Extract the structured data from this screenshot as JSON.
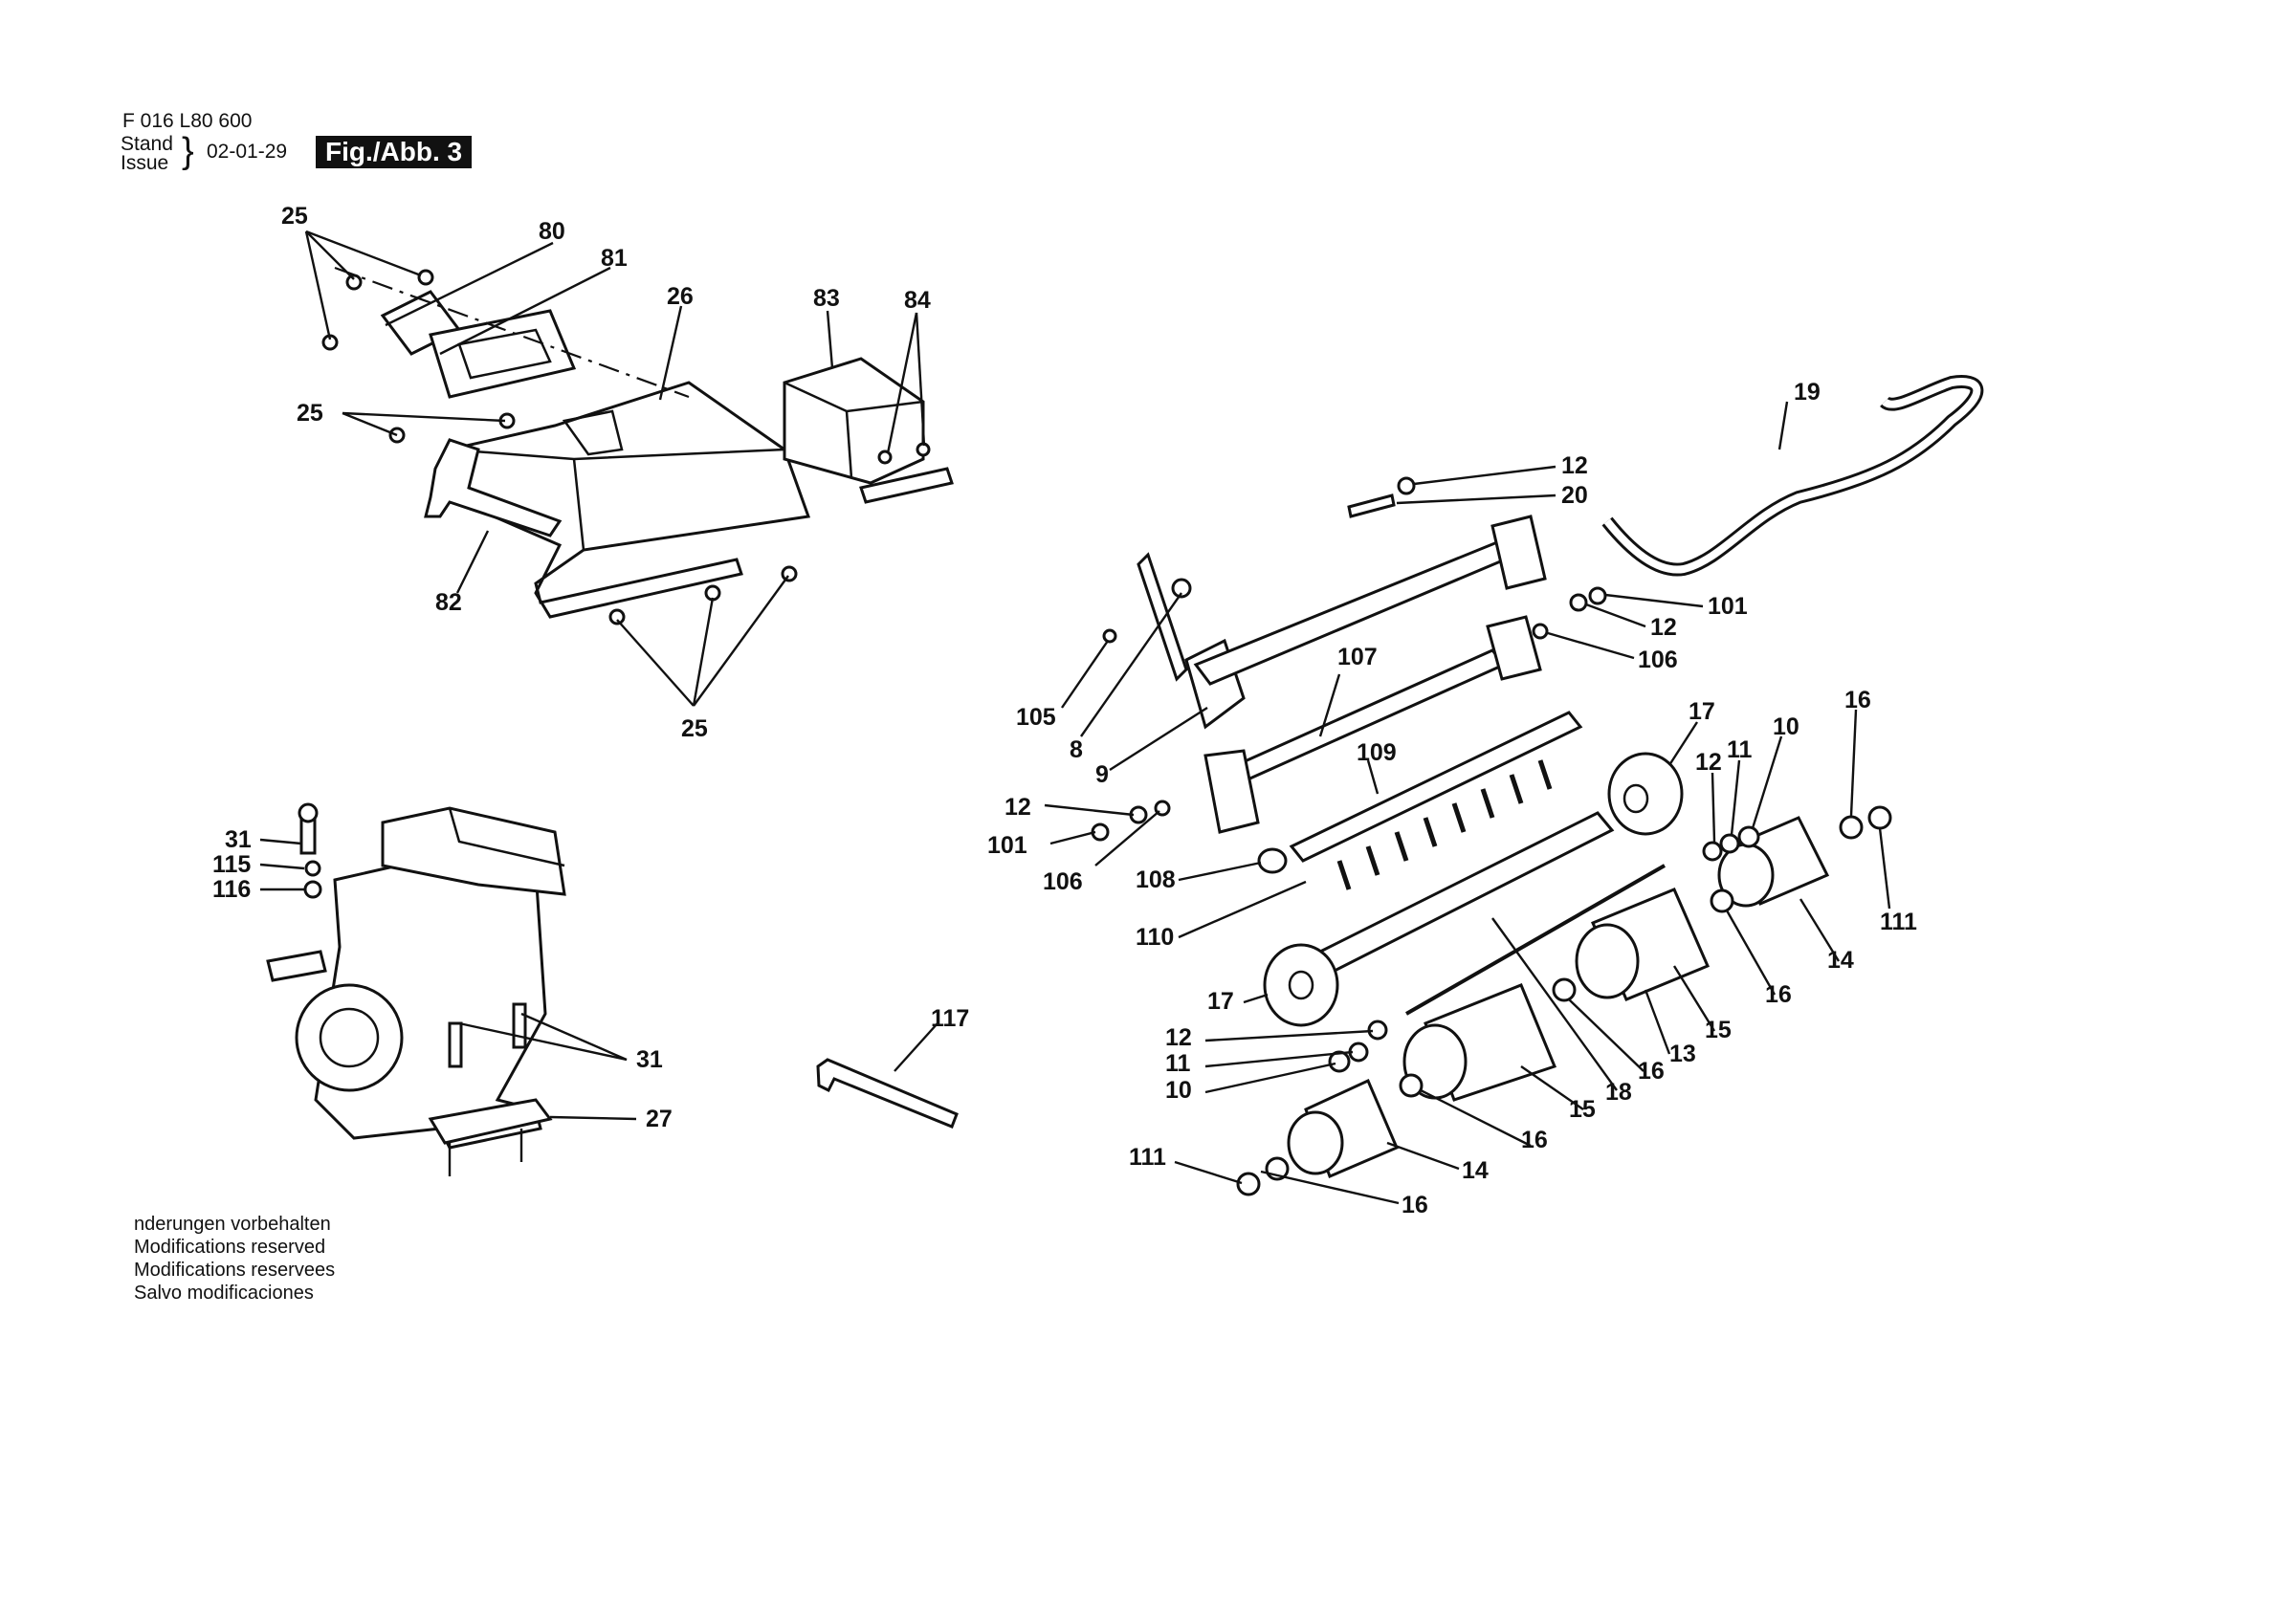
{
  "header": {
    "doc_number": "F 016 L80 600",
    "stand_label": "Stand",
    "issue_label": "Issue",
    "brace": "}",
    "date": "02-01-29",
    "figure_label": "Fig./Abb. 3"
  },
  "notes": [
    "nderungen vorbehalten",
    "Modifications reserved",
    "Modifications reservees",
    "Salvo modificaciones"
  ],
  "part_labels": {
    "p8": "8",
    "p9": "9",
    "p10a": "10",
    "p10b": "10",
    "p11a": "11",
    "p11b": "11",
    "p12a": "12",
    "p12b": "12",
    "p12c": "12",
    "p12d": "12",
    "p12e": "12",
    "p13": "13",
    "p14a": "14",
    "p14b": "14",
    "p15a": "15",
    "p15b": "15",
    "p16a": "16",
    "p16b": "16",
    "p16c": "16",
    "p16d": "16",
    "p16e": "16",
    "p17a": "17",
    "p17b": "17",
    "p18": "18",
    "p19": "19",
    "p20": "20",
    "p25a": "25",
    "p25b": "25",
    "p25c": "25",
    "p26": "26",
    "p27": "27",
    "p31a": "31",
    "p31b": "31",
    "p80": "80",
    "p81": "81",
    "p82": "82",
    "p83": "83",
    "p84": "84",
    "p101a": "101",
    "p101b": "101",
    "p105": "105",
    "p106a": "106",
    "p106b": "106",
    "p107": "107",
    "p108": "108",
    "p109": "109",
    "p110": "110",
    "p111a": "111",
    "p111b": "111",
    "p115": "115",
    "p116": "116",
    "p117": "117"
  }
}
